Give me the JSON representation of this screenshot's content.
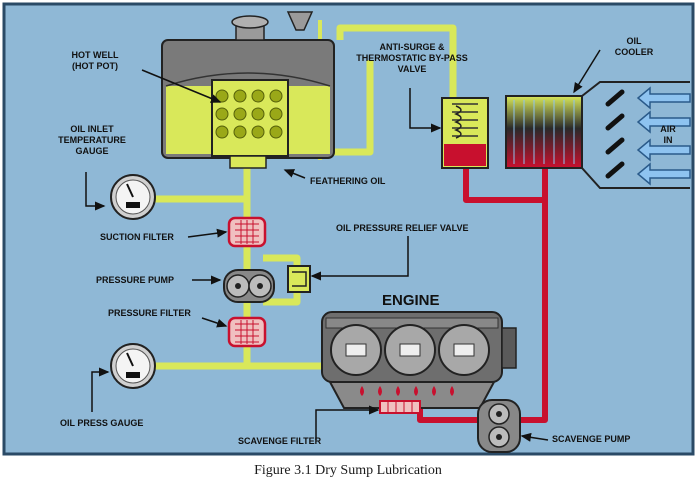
{
  "colors": {
    "background": "#8fb8d6",
    "oil_supply": "#d9e85a",
    "oil_return": "#c8102e",
    "air_arrow": "#8ec3f0"
  },
  "labels": {
    "hot_well": [
      "HOT WELL",
      "(HOT POT)"
    ],
    "oil_inlet_gauge": [
      "OIL INLET",
      "TEMPERATURE",
      "GAUGE"
    ],
    "anti_surge": [
      "ANTI-SURGE &",
      "THERMOSTATIC BY-PASS",
      "VALVE"
    ],
    "oil_cooler": [
      "OIL",
      "COOLER"
    ],
    "air_in": [
      "AIR",
      "IN"
    ],
    "feathering_oil": "FEATHERING OIL",
    "suction_filter": "SUCTION FILTER",
    "oil_pressure_relief_valve": "OIL PRESSURE RELIEF VALVE",
    "pressure_pump": "PRESSURE PUMP",
    "engine": "ENGINE",
    "pressure_filter": "PRESSURE FILTER",
    "oil_press_gauge": "OIL PRESS GAUGE",
    "scavenge_filter": "SCAVENGE FILTER",
    "scavenge_pump": "SCAVENGE PUMP"
  },
  "caption": "Figure 3.1  Dry Sump Lubrication"
}
